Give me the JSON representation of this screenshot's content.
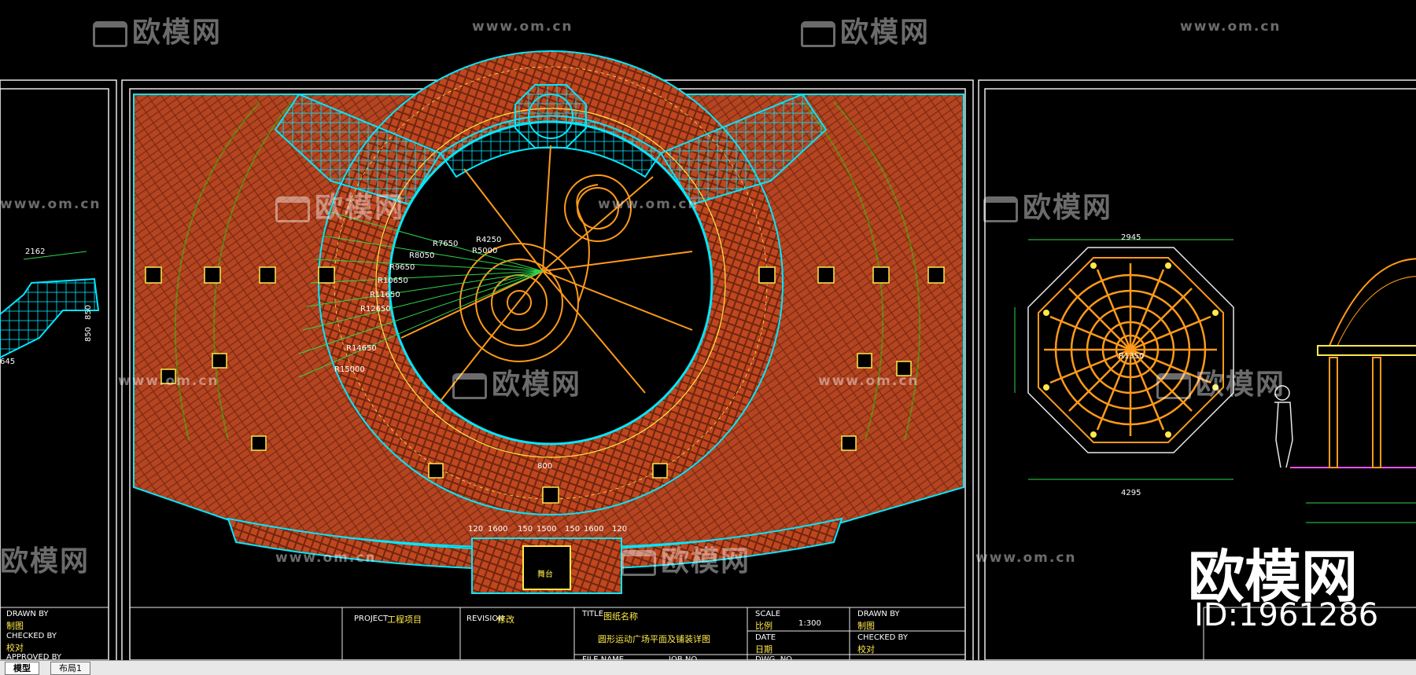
{
  "watermarks": {
    "brand_cn": "欧模网",
    "url": "www.om.cn"
  },
  "stamp": {
    "brand": "欧模网",
    "id": "ID:1961286"
  },
  "tabs": [
    {
      "label": "模型",
      "active": true
    },
    {
      "label": "布局1",
      "active": false
    }
  ],
  "title_block": {
    "drawn_by": "DRAWN BY",
    "drawn_by_cn": "制图",
    "checked_by": "CHECKED BY",
    "checked_by_cn": "校对",
    "approved_by": "APPROVED BY",
    "project": "PROJECT",
    "project_cn": "工程项目",
    "revision": "REVISION",
    "revision_cn": "修改",
    "title": "TITLE",
    "title_cn": "图纸名称",
    "drawing_name": "圆形运动广场平面及铺装详图",
    "file_name": "FILE NAME",
    "job_no": "JOB NO",
    "scale": "SCALE",
    "scale_cn": "比例",
    "scale_value": "1:300",
    "date": "DATE",
    "date_cn": "日期",
    "dwg_no": "DWG. NO.",
    "drawn_by2": "DRAWN BY",
    "drawn_by2_cn": "制图",
    "checked_by2": "CHECKED BY",
    "checked_by2_cn": "校对"
  },
  "dimensions": {
    "d2162": "2162",
    "d850a": "850",
    "d850b": "850",
    "d645": "645",
    "d800": "800",
    "d120a": "120",
    "d1600a": "1600",
    "d150a": "150",
    "d1500": "1500",
    "d150b": "150",
    "d1600b": "1600",
    "d120b": "120",
    "r7650": "R7650",
    "r8050": "R8050",
    "r9650": "R9650",
    "r10650": "R10650",
    "r11650": "R11650",
    "r12650": "R12650",
    "r14650": "R14650",
    "r15000": "R15000",
    "r4250": "R4250",
    "r5000": "R5000",
    "r1350": "R1350",
    "stage": "舞台",
    "d2945": "2945",
    "d4295": "4295"
  },
  "colors": {
    "background": "#000000",
    "brick": "#c0461e",
    "cyan": "#00e8ff",
    "orange": "#ff9a1a",
    "yellow": "#ffe94a",
    "green": "#2bd84b",
    "frame": "#e8e8e8",
    "status_bar": "#e8e8e8"
  }
}
